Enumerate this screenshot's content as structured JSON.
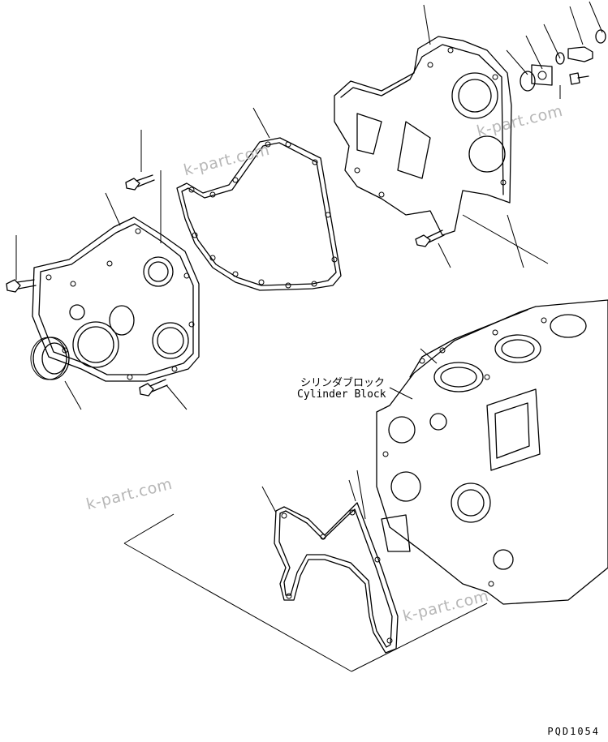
{
  "labels": {
    "cylinder_block_jp": "シリンダブロック",
    "cylinder_block_en": "Cylinder Block",
    "drawing_code": "PQD1054"
  },
  "watermarks": [
    "k-part.com",
    "k-part.com",
    "k-part.com",
    "k-part.com"
  ]
}
